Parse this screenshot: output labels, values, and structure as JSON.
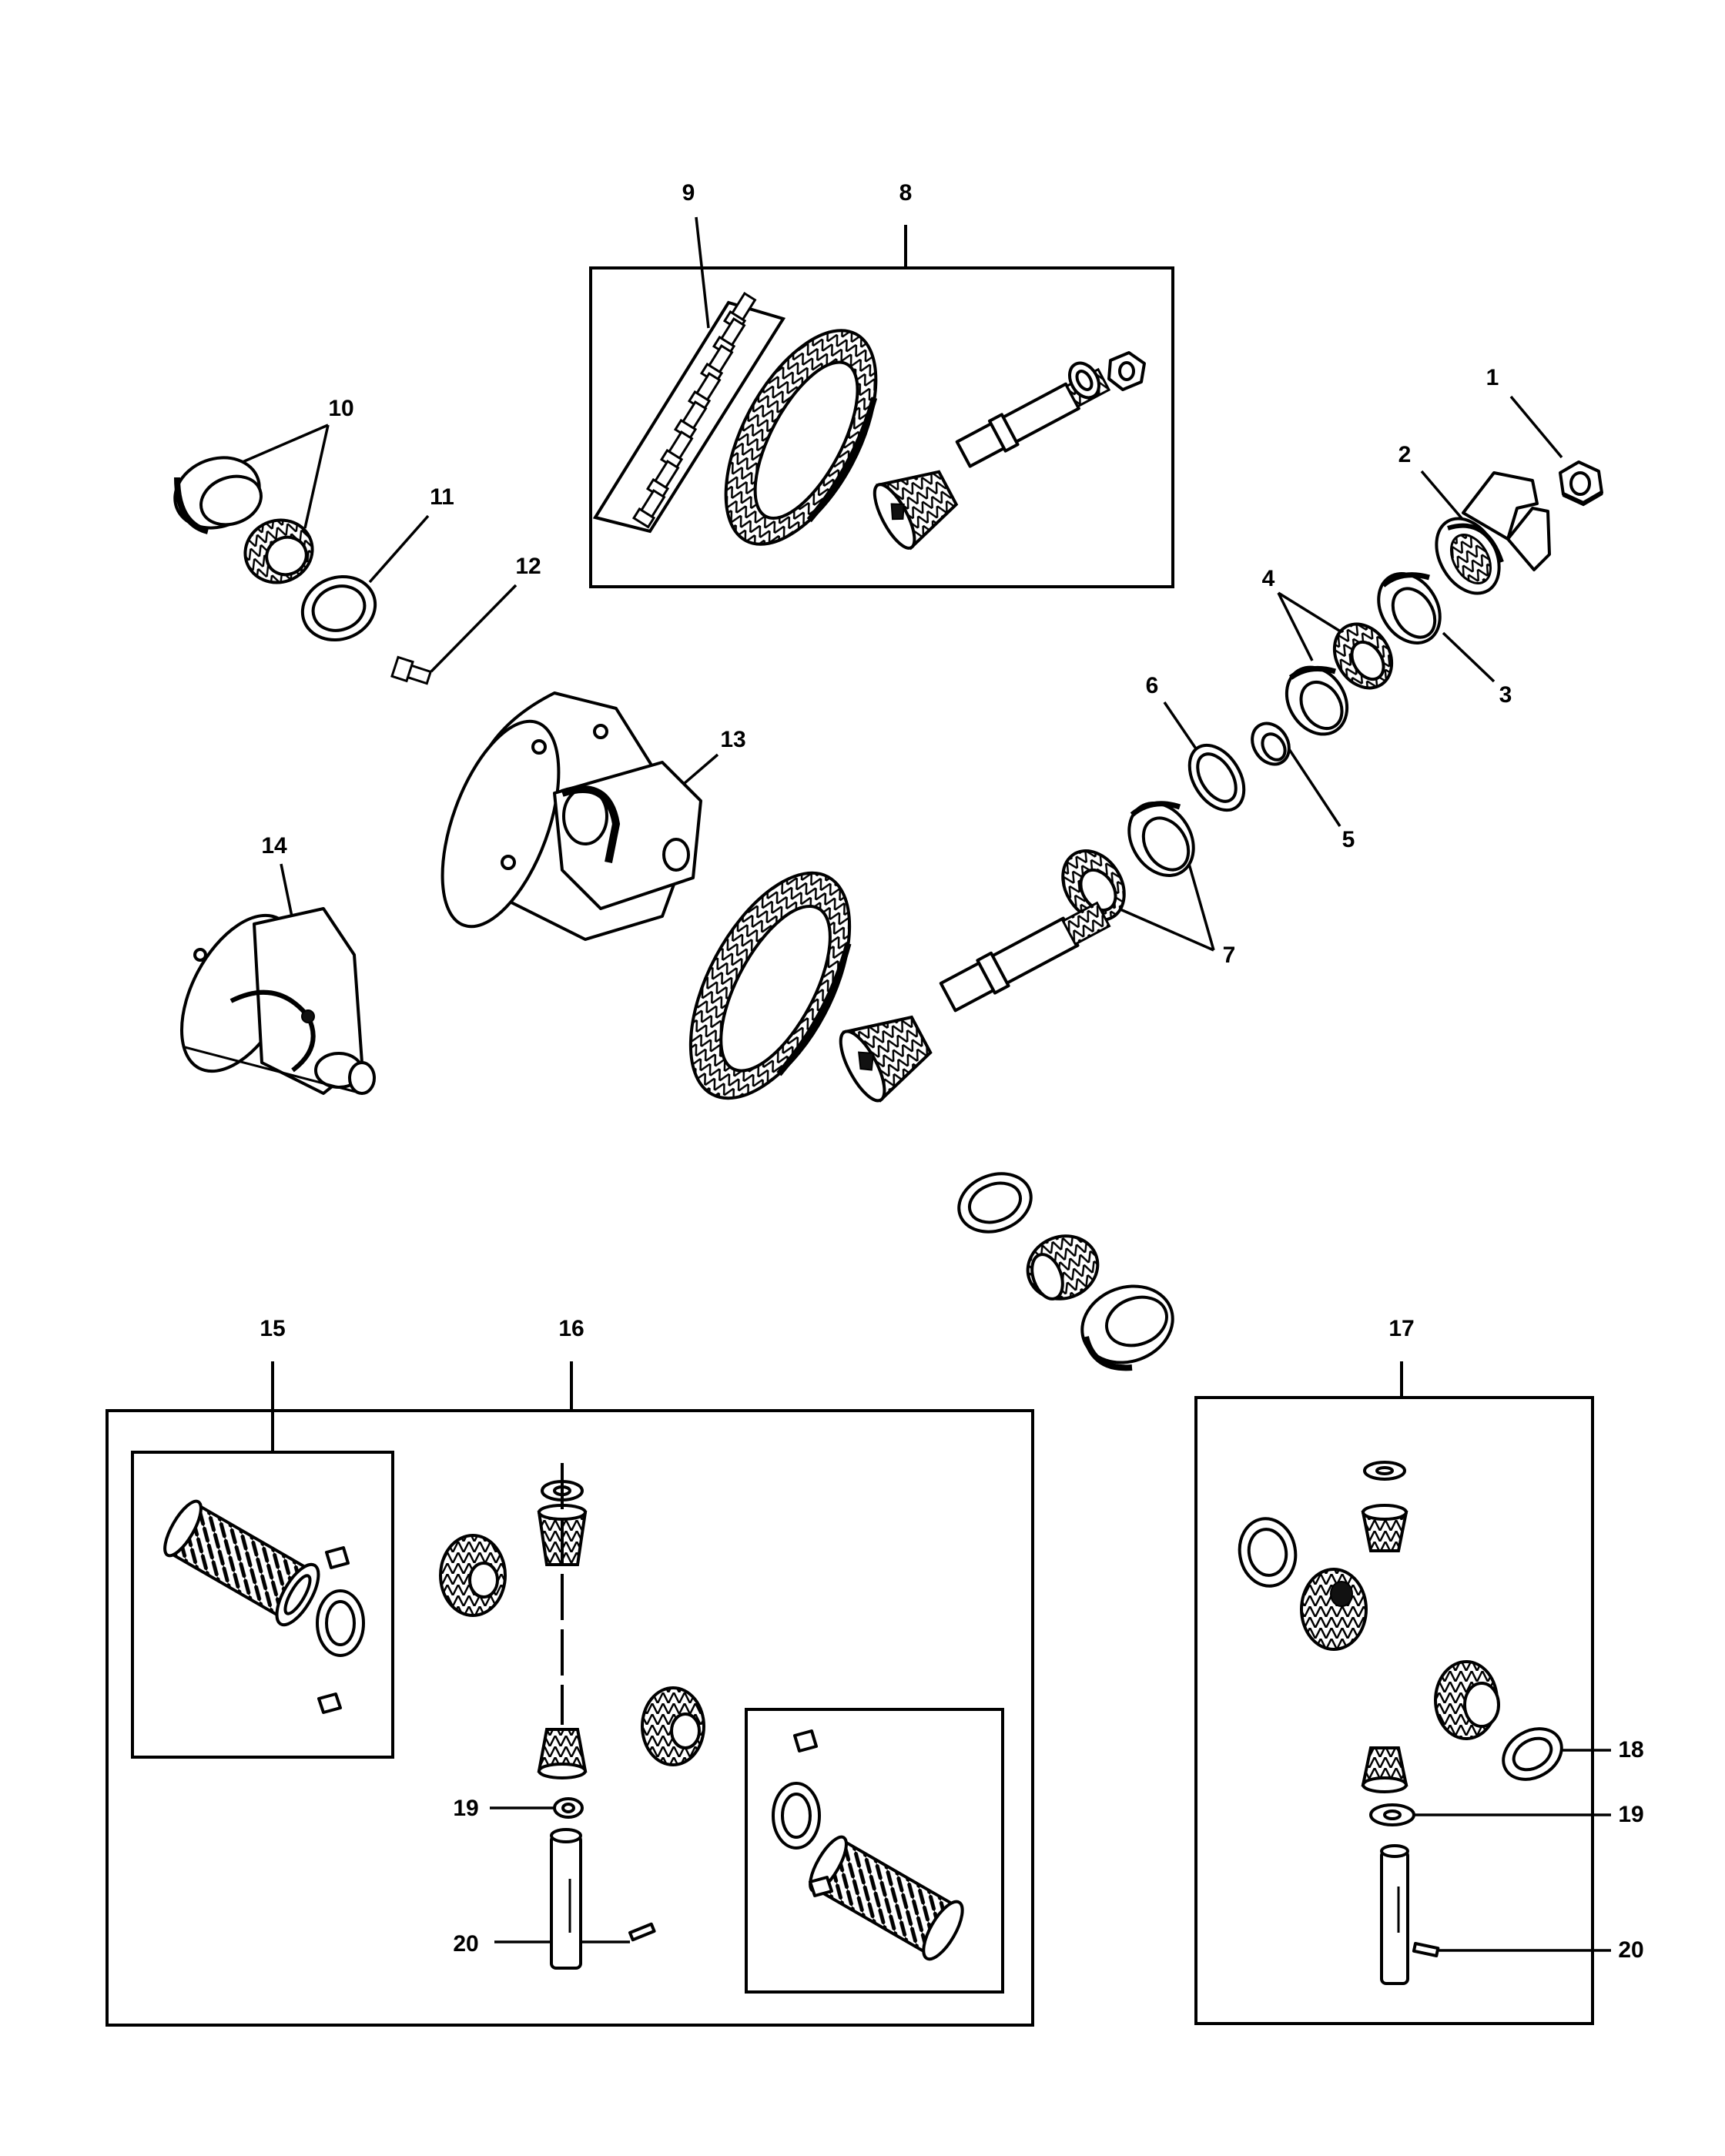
{
  "callouts": {
    "c1": "1",
    "c2": "2",
    "c3": "3",
    "c4": "4",
    "c5": "5",
    "c6": "6",
    "c7": "7",
    "c8": "8",
    "c9": "9",
    "c10": "10",
    "c11": "11",
    "c12": "12",
    "c13": "13",
    "c14": "14",
    "c15": "15",
    "c16": "16",
    "c17": "17",
    "c18": "18",
    "c19a": "19",
    "c19b": "19",
    "c20a": "20",
    "c20b": "20"
  }
}
